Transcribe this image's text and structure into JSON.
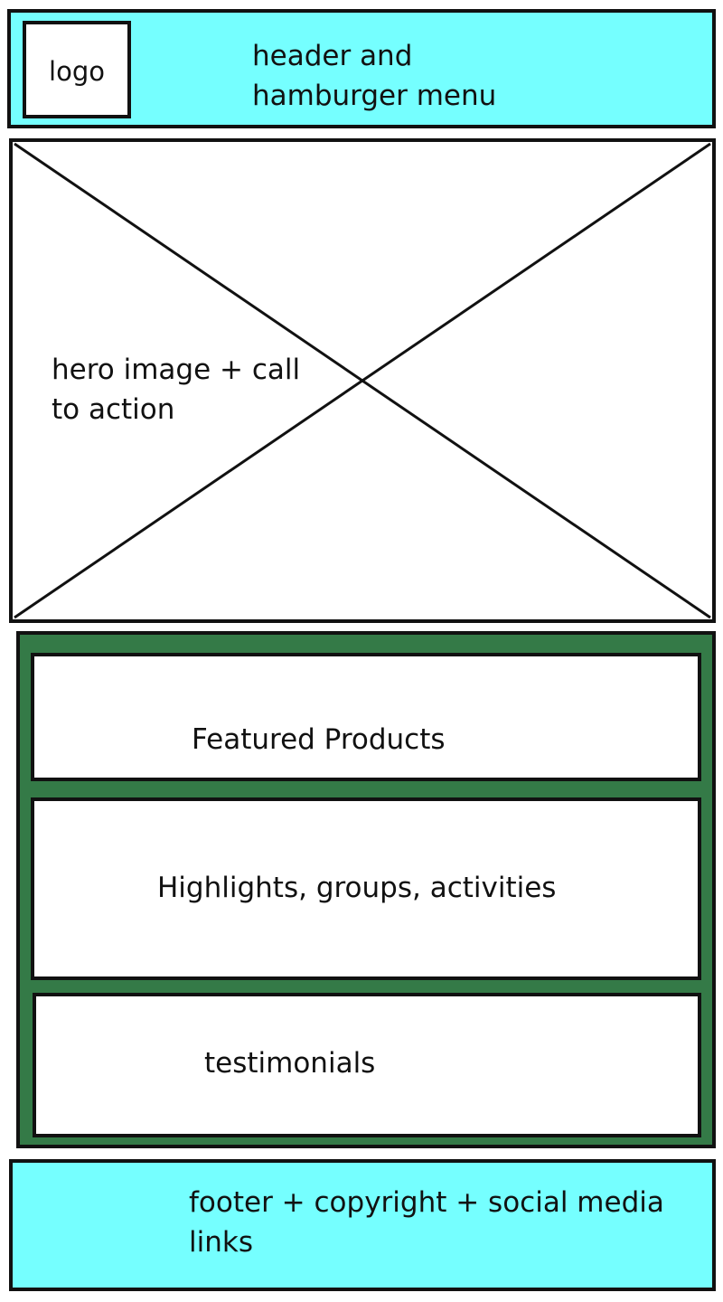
{
  "colors": {
    "header_bg": "#75ffff",
    "footer_bg": "#75ffff",
    "content_frame_bg": "#347a47",
    "panel_bg": "#ffffff",
    "stroke": "#111111"
  },
  "header": {
    "logo_label": "logo",
    "label_line1": "header and",
    "label_line2": "hamburger menu"
  },
  "hero": {
    "placeholder_icon": "image-placeholder-cross-icon",
    "label_line1": "hero image + call",
    "label_line2": "to action"
  },
  "content": {
    "sections": [
      {
        "label": "Featured Products"
      },
      {
        "label": "Highlights, groups, activities"
      },
      {
        "label": "testimonials"
      }
    ]
  },
  "footer": {
    "label_line1": "footer + copyright + social media",
    "label_line2": "links"
  }
}
